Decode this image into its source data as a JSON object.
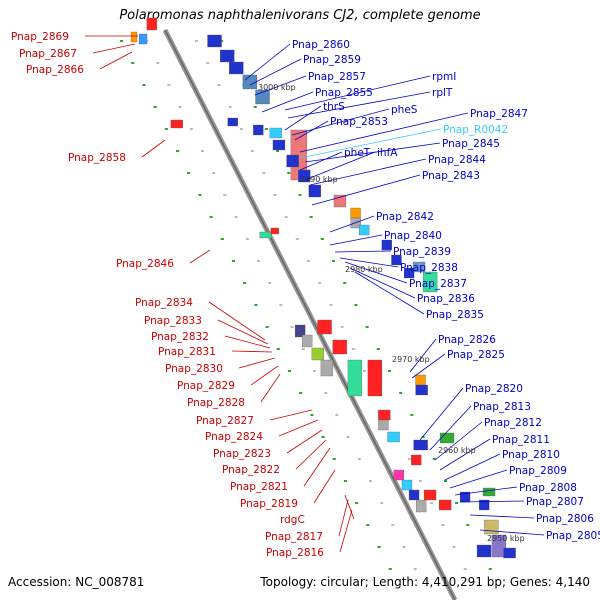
{
  "title": "Polaromonas naphthalenivorans CJ2, complete genome",
  "footer": {
    "accession": "Accession: NC_008781",
    "topology": "Topology: circular; Length: 4,410,291 bp; Genes: 4,140"
  },
  "scale_labels": [
    "3000 kbp",
    "2990 kbp",
    "2980 kbp",
    "2970 kbp",
    "2960 kbp",
    "2950 kbp"
  ],
  "left_genes": [
    "Pnap_2869",
    "Pnap_2867",
    "Pnap_2866",
    "Pnap_2858",
    "Pnap_2846",
    "Pnap_2834",
    "Pnap_2833",
    "Pnap_2832",
    "Pnap_2831",
    "Pnap_2830",
    "Pnap_2829",
    "Pnap_2828",
    "Pnap_2827",
    "Pnap_2824",
    "Pnap_2823",
    "Pnap_2822",
    "Pnap_2821",
    "Pnap_2819",
    "rdgC",
    "Pnap_2817",
    "Pnap_2816"
  ],
  "right_genes": [
    "Pnap_2860",
    "Pnap_2859",
    "Pnap_2857",
    "rpmI",
    "Pnap_2855",
    "rplT",
    "thrS",
    "pheS",
    "Pnap_2853",
    "Pnap_2847",
    "Pnap_R0042",
    "Pnap_2845",
    "pheT",
    "ihfA",
    "Pnap_2844",
    "Pnap_2843",
    "Pnap_2842",
    "Pnap_2840",
    "Pnap_2839",
    "Pnap_2838",
    "Pnap_2837",
    "Pnap_2836",
    "Pnap_2835",
    "Pnap_2826",
    "Pnap_2825",
    "Pnap_2820",
    "Pnap_2813",
    "Pnap_2812",
    "Pnap_2811",
    "Pnap_2810",
    "Pnap_2809",
    "Pnap_2808",
    "Pnap_2807",
    "Pnap_2806",
    "Pnap_2805"
  ],
  "colors": {
    "left_label": "#cc0000",
    "right_label": "#0000cc",
    "rna_label": "#33ccff",
    "backbone": "#888888",
    "tick": "#22aa22"
  }
}
